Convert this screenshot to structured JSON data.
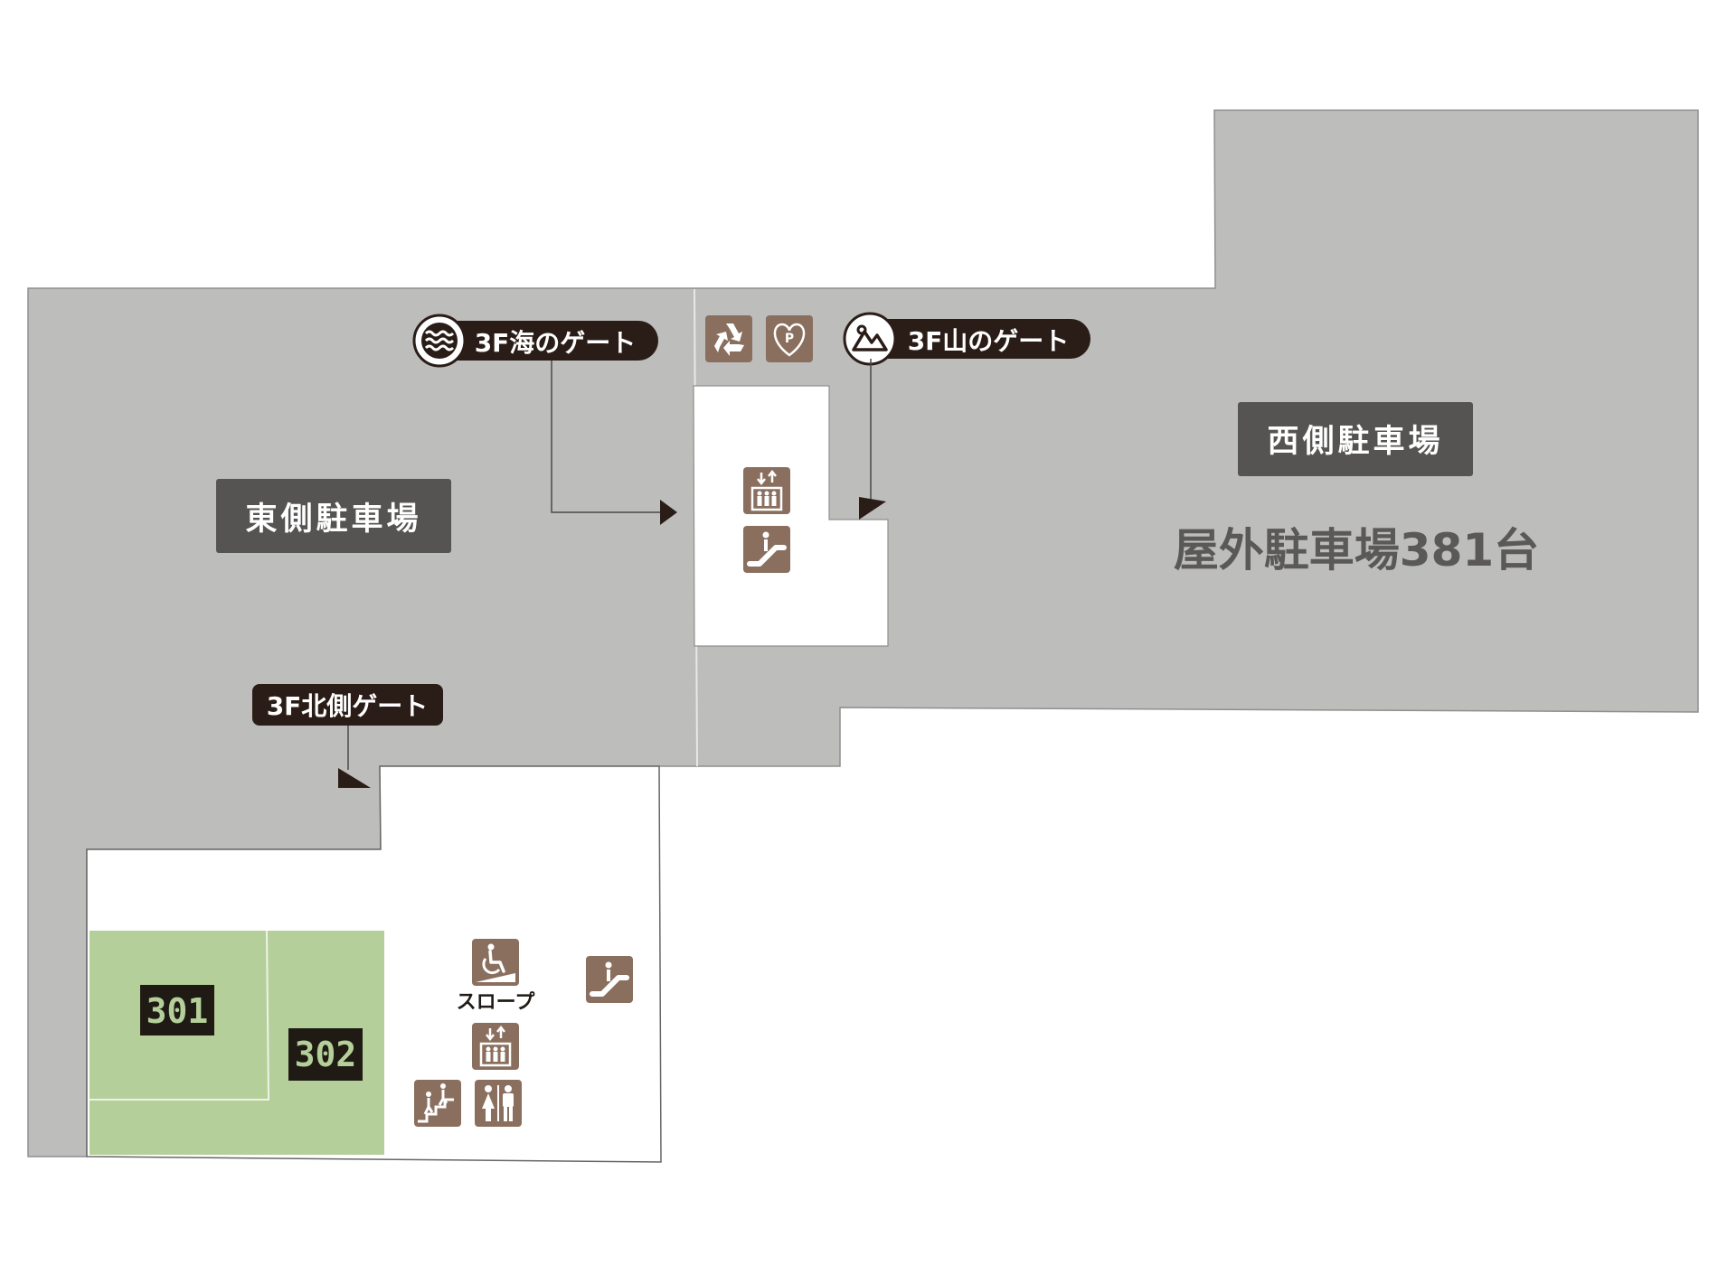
{
  "labels": {
    "east_parking": "東側駐車場",
    "west_parking": "西側駐車場",
    "outdoor_parking": "屋外駐車場381台",
    "sea_gate": "3F海のゲート",
    "mountain_gate": "3F山のゲート",
    "north_gate": "3F北側ゲート",
    "room_301": "301",
    "room_302": "302",
    "slope": "スロープ"
  },
  "icons": {
    "recycle": "recycle-icon",
    "parking_heart": "heart-parking-icon",
    "elevator": "elevator-icon",
    "escalator": "escalator-icon",
    "wheelchair_slope": "wheelchair-slope-icon",
    "stairs": "stairs-icon",
    "restroom": "restroom-icon",
    "sea": "waves-icon",
    "mountain": "mountain-icon"
  },
  "colors": {
    "parking_area": "#bdbdbc",
    "label_box": "#555453",
    "gate_tag": "#2a1d17",
    "icon_tile": "#8a6f5f",
    "tenant": "#b5cf9a",
    "room_box": "#1f1a14",
    "building": "#ffffff"
  }
}
